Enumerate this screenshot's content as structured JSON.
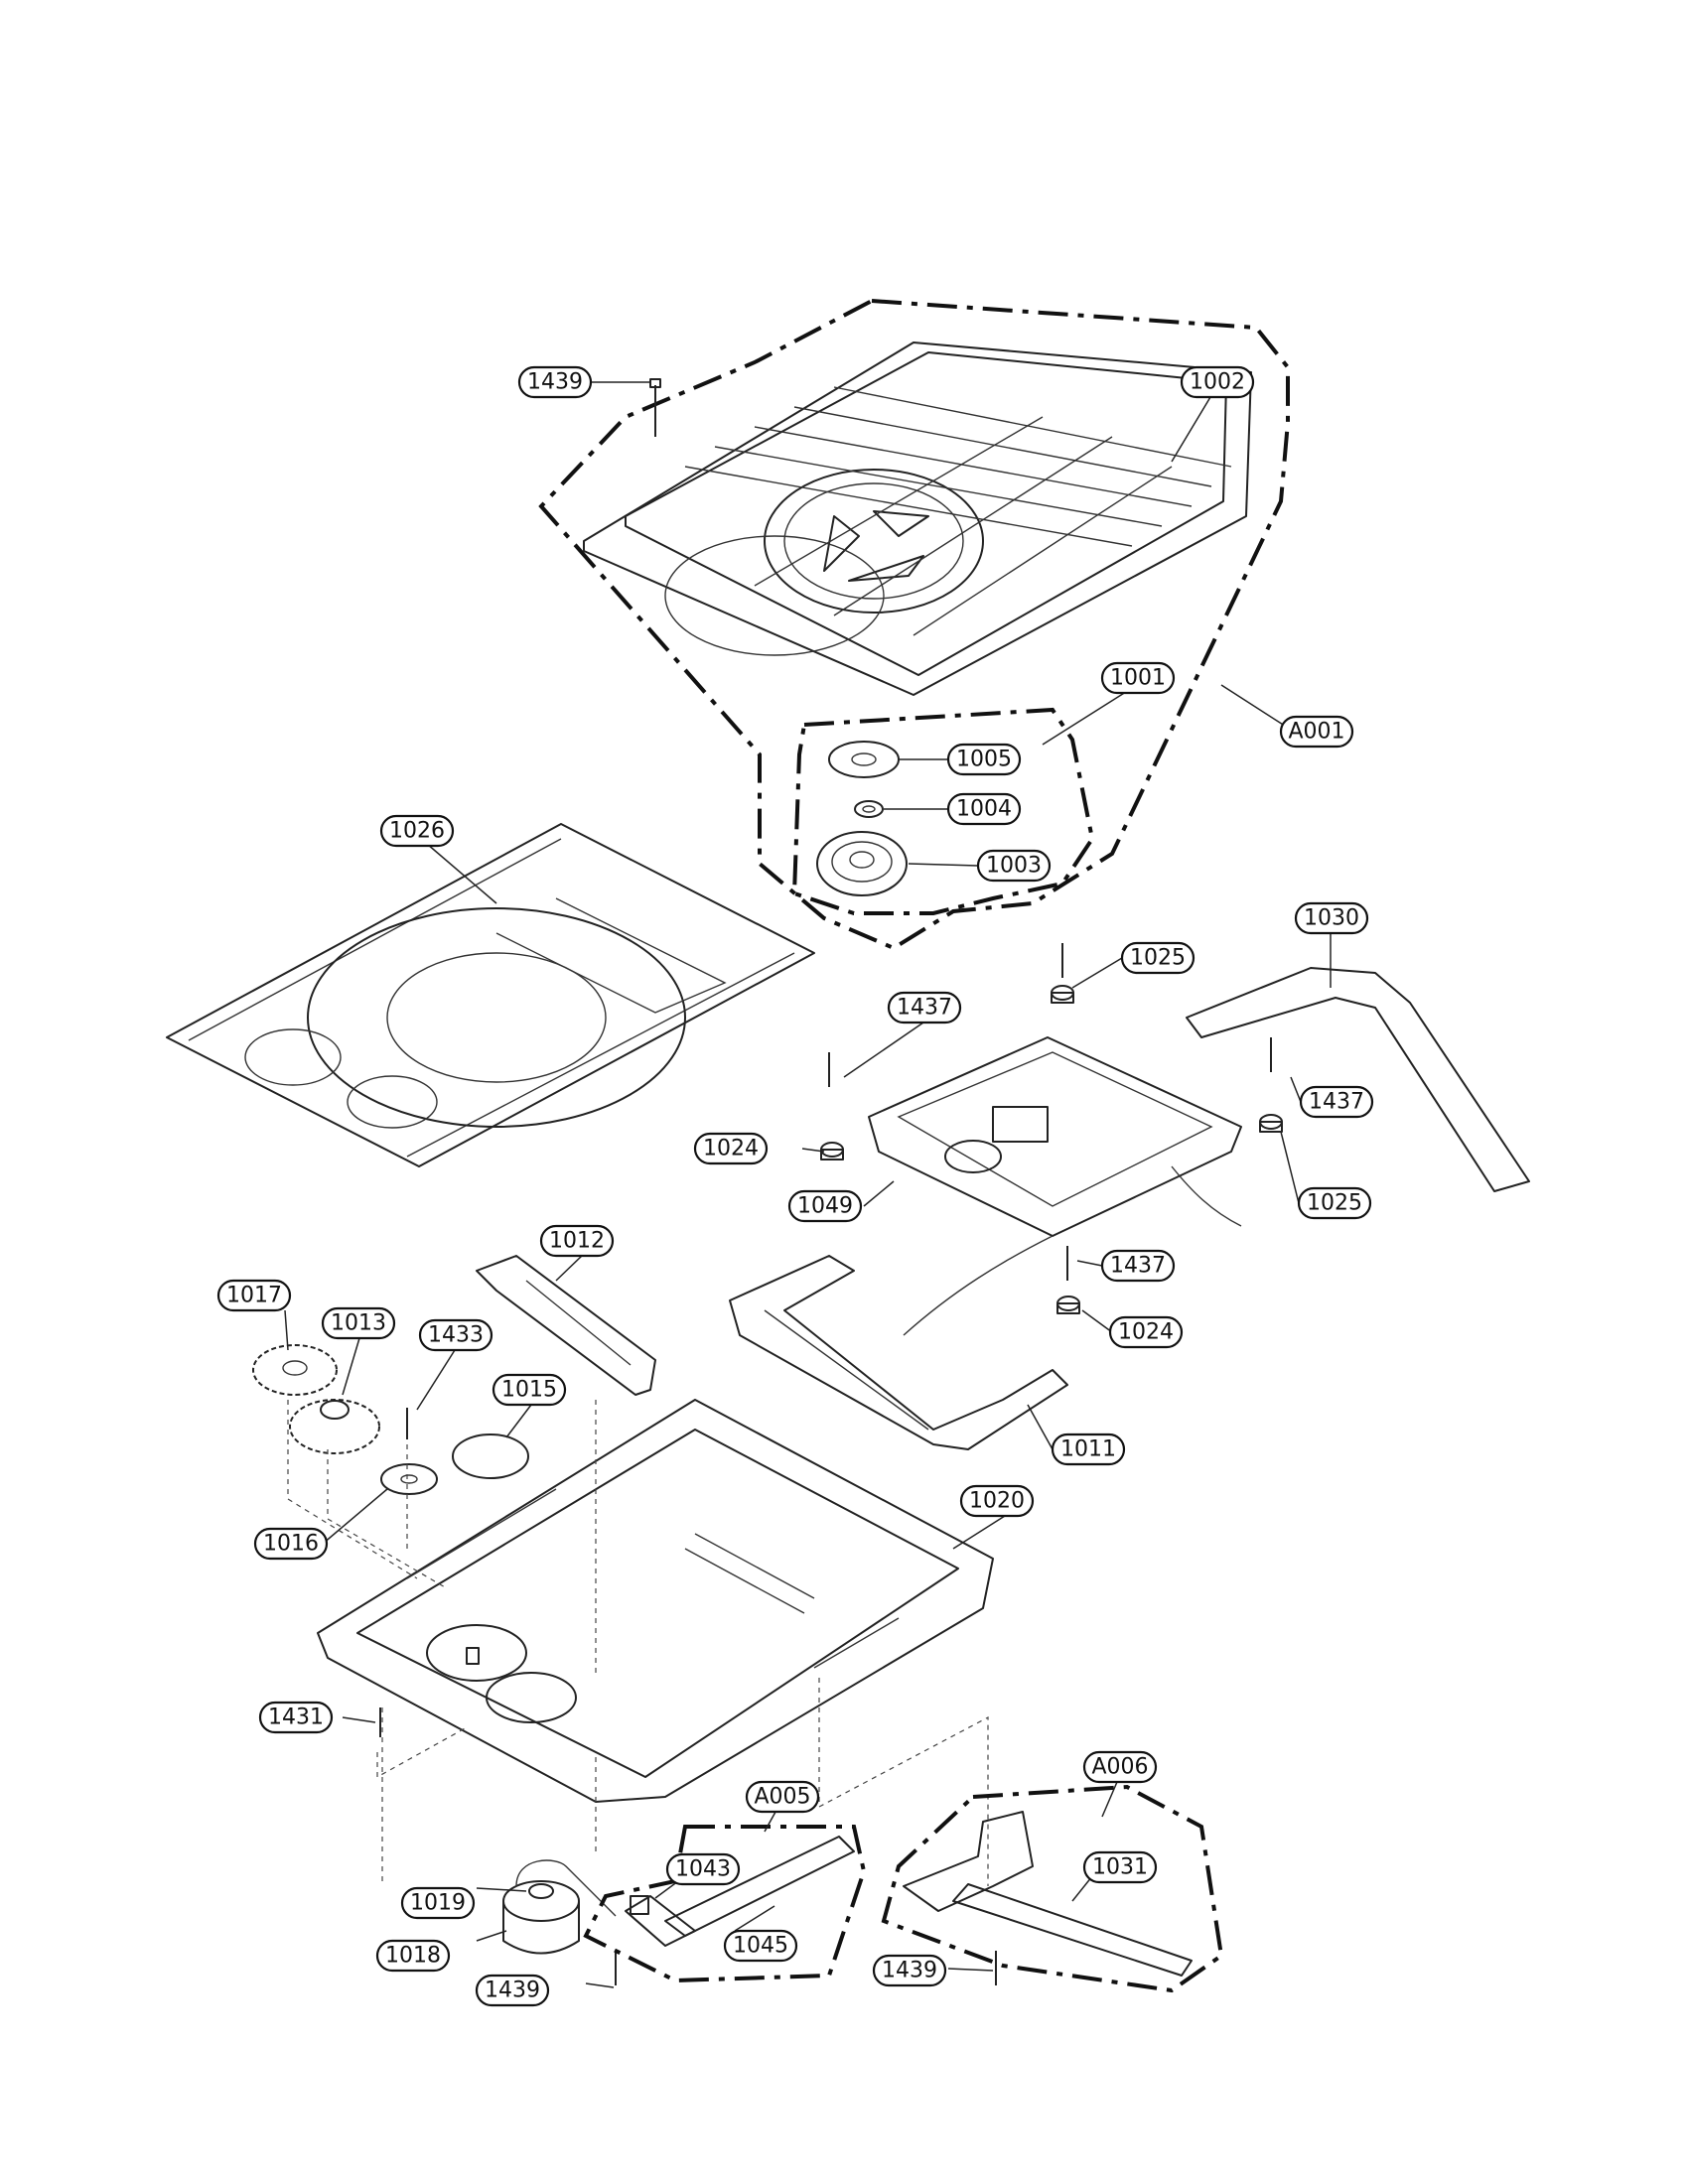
{
  "labels": {
    "1439_top": "1439",
    "1002": "1002",
    "1001": "1001",
    "A001": "A001",
    "1005": "1005",
    "1004": "1004",
    "1003": "1003",
    "1026": "1026",
    "1030": "1030",
    "1025_top": "1025",
    "1437_left": "1437",
    "1437_right": "1437",
    "1024_left": "1024",
    "1049": "1049",
    "1025_right": "1025",
    "1437_bottom": "1437",
    "1024_bottom": "1024",
    "1012": "1012",
    "1017": "1017",
    "1013": "1013",
    "1433": "1433",
    "1015": "1015",
    "1011": "1011",
    "1016": "1016",
    "1020": "1020",
    "1431": "1431",
    "A006": "A006",
    "A005": "A005",
    "1043": "1043",
    "1031": "1031",
    "1019": "1019",
    "1045": "1045",
    "1018": "1018",
    "1439_right": "1439",
    "1439_bottom": "1439"
  }
}
